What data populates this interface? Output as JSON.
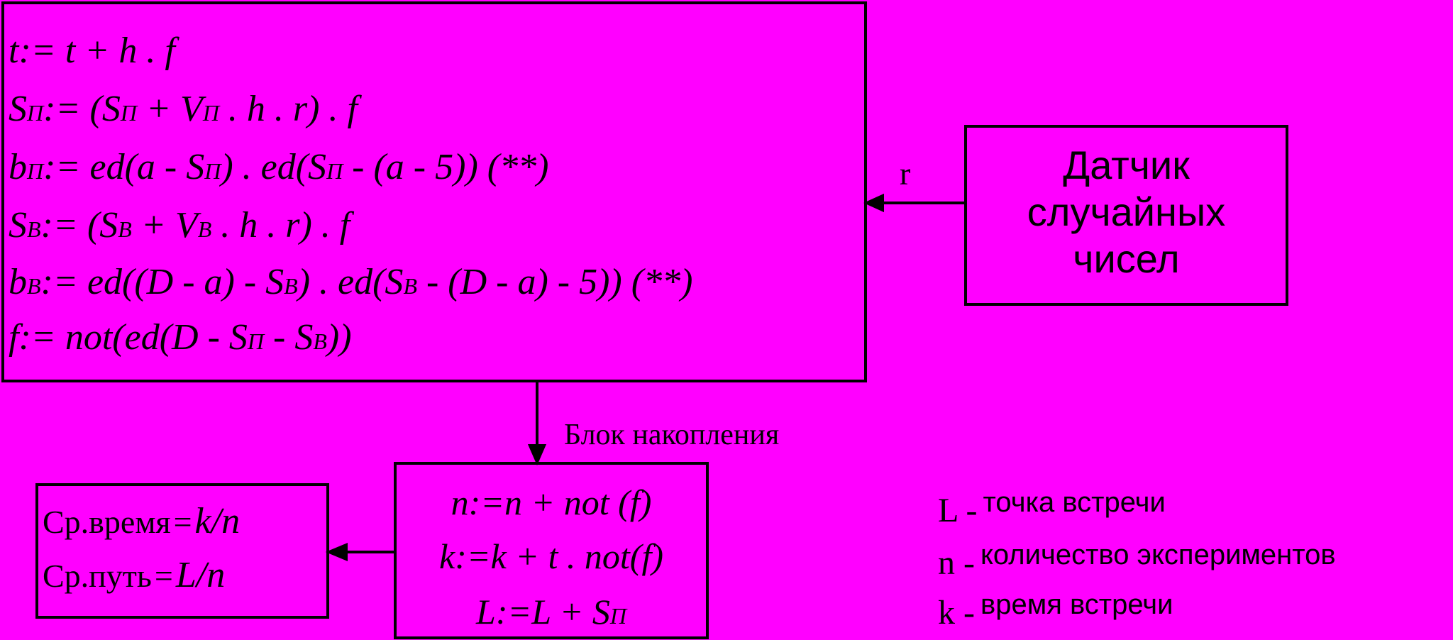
{
  "main_block": {
    "lines": [
      {
        "parts": [
          [
            "t:= t + h . f",
            false
          ]
        ]
      },
      {
        "parts": [
          [
            "S",
            false
          ],
          [
            "П",
            true
          ],
          [
            ":= (S",
            false
          ],
          [
            "П",
            true
          ],
          [
            " + V",
            false
          ],
          [
            "П",
            true
          ],
          [
            " . h . r) . f",
            false
          ]
        ]
      },
      {
        "parts": [
          [
            "b",
            false
          ],
          [
            "П",
            true
          ],
          [
            ":= ed(a - S",
            false
          ],
          [
            "П",
            true
          ],
          [
            ") . ed(S",
            false
          ],
          [
            "П",
            true
          ],
          [
            " - (a - 5)) (**)",
            false
          ]
        ]
      },
      {
        "parts": [
          [
            "S",
            false
          ],
          [
            "B",
            true
          ],
          [
            ":= (S",
            false
          ],
          [
            "B",
            true
          ],
          [
            " + V",
            false
          ],
          [
            "B",
            true
          ],
          [
            " . h . r) . f",
            false
          ]
        ]
      },
      {
        "parts": [
          [
            "b",
            false
          ],
          [
            "B",
            true
          ],
          [
            ":= ed((D - a) - S",
            false
          ],
          [
            "B",
            true
          ],
          [
            ") . ed(S",
            false
          ],
          [
            "B",
            true
          ],
          [
            " - (D - a) - 5)) (**)",
            false
          ]
        ]
      },
      {
        "parts": [
          [
            "f:= not(ed(D - S",
            false
          ],
          [
            "П",
            true
          ],
          [
            " - S",
            false
          ],
          [
            "B",
            true
          ],
          [
            "))",
            false
          ]
        ]
      }
    ]
  },
  "sensor_block": {
    "line1": "Датчик",
    "line2": "случайных",
    "line3": "чисел"
  },
  "arrow_label_r": "r",
  "accumulator_label": "Блок накопления",
  "accumulator_block": {
    "line1": "n:=n + not (f)",
    "line2": "k:=k + t . not(f)",
    "line3_main": "L:=L + S",
    "line3_sub": "П"
  },
  "output_block": {
    "time_label": "Ср.время",
    "time_eq": "=",
    "time_value": "k/n",
    "path_label": "Ср.путь",
    "path_eq": "=",
    "path_value": "L/n"
  },
  "legend": [
    {
      "symbol": "L -",
      "text": "точка встречи"
    },
    {
      "symbol": "n -",
      "text": "количество экспериментов"
    },
    {
      "symbol": "k -",
      "text": "время встречи"
    }
  ]
}
